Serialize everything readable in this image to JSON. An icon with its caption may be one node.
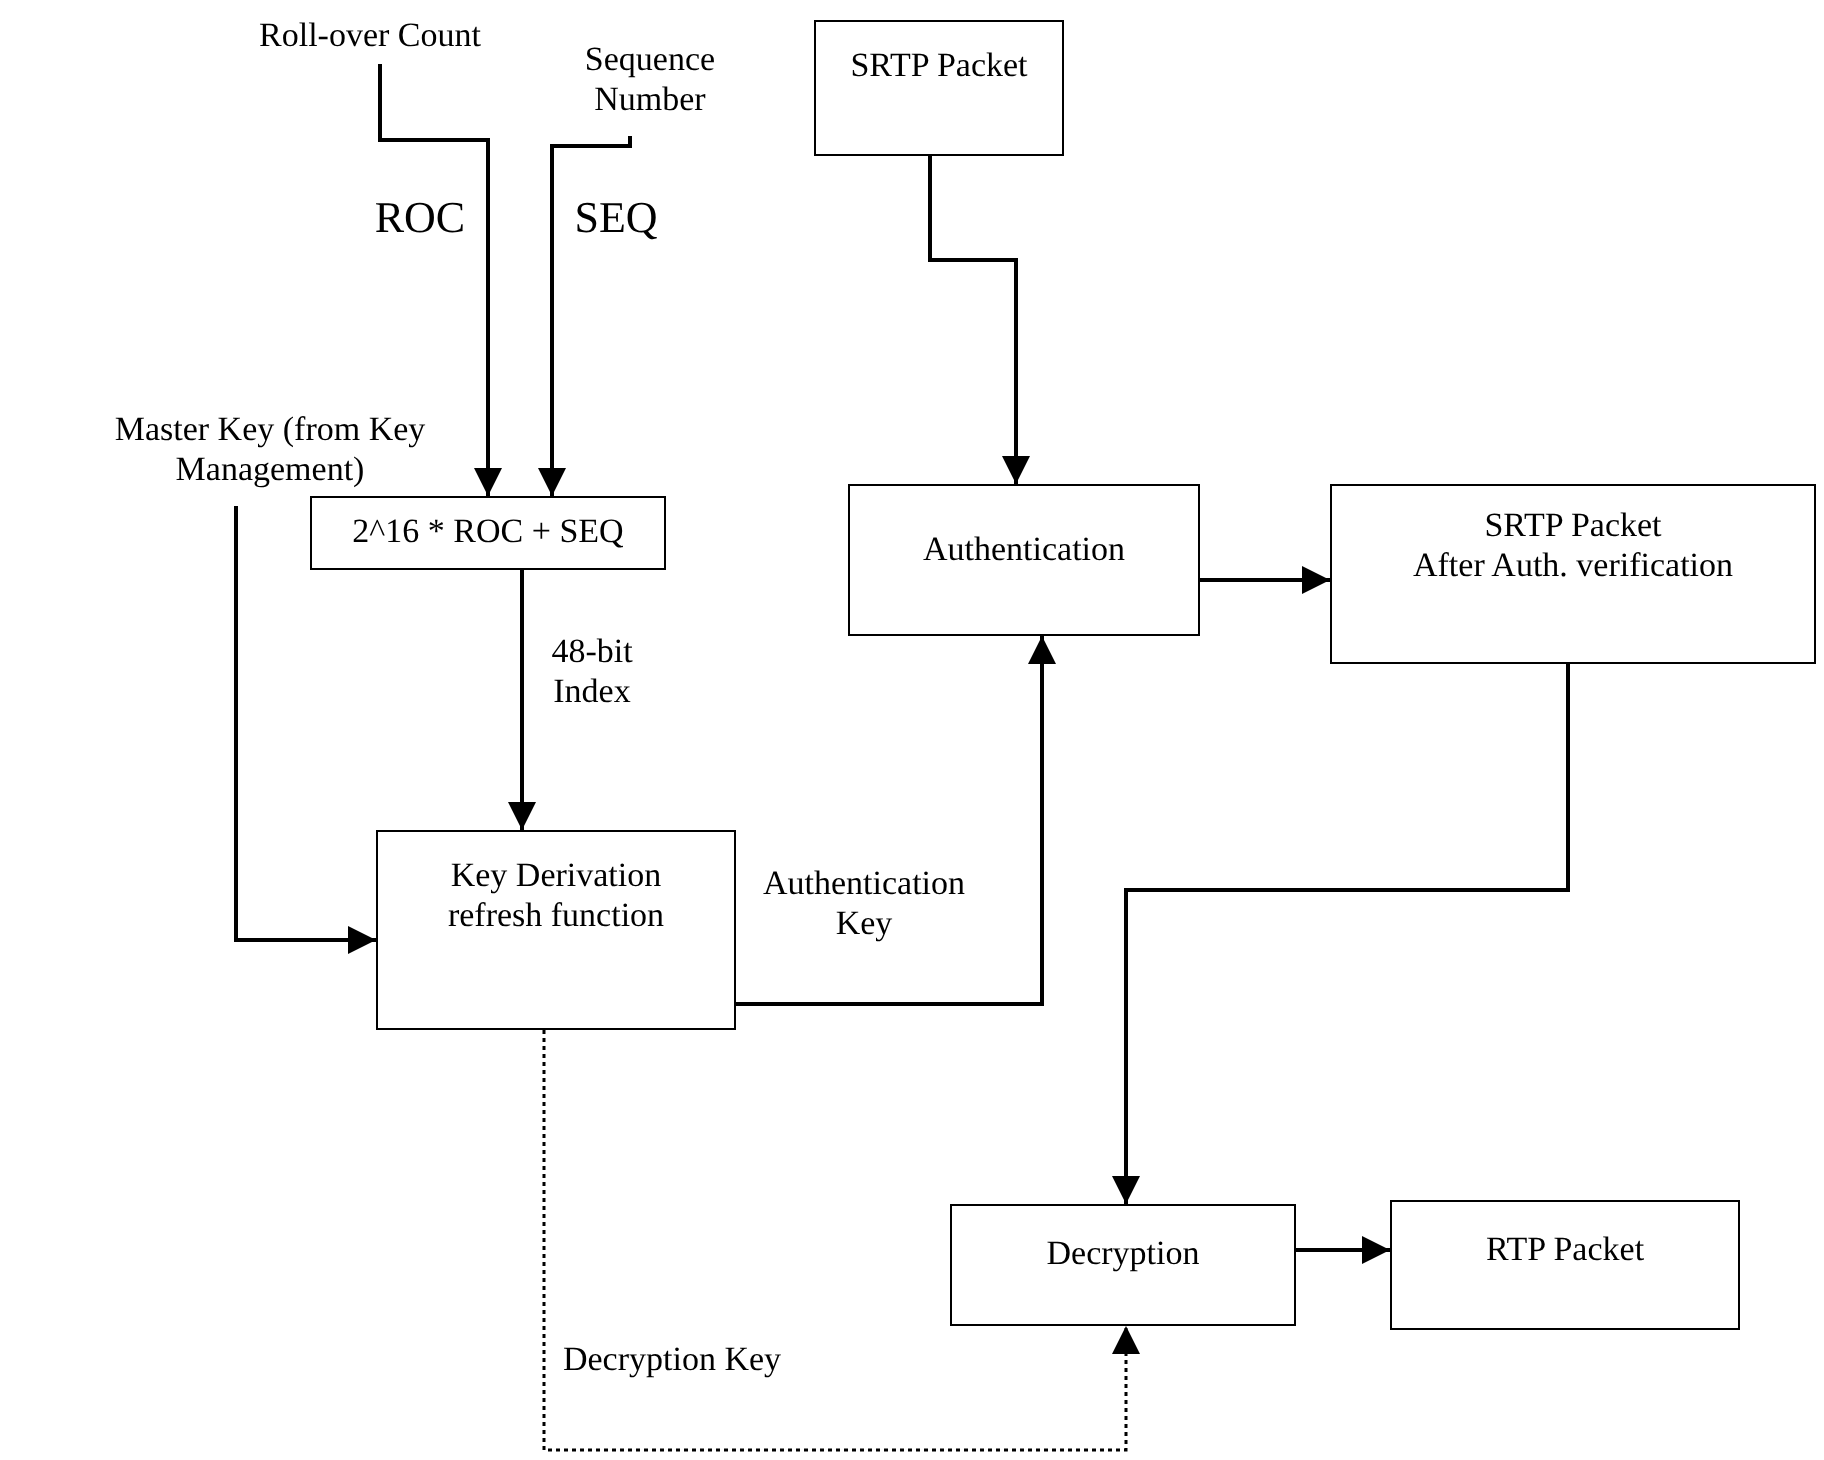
{
  "diagram": {
    "nodes": [
      {
        "text": [
          "Roll-over Count"
        ]
      },
      {
        "text": [
          "Sequence Number"
        ]
      },
      {
        "text": [
          "SRTP Packet"
        ]
      },
      {
        "text": [
          "Master Key (from Key Management)"
        ]
      },
      {
        "text": [
          "2^16 * ROC + SEQ"
        ]
      },
      {
        "text": [
          "Authentication"
        ]
      },
      {
        "text": [
          "SRTP Packet",
          "After Auth. verification"
        ]
      },
      {
        "text": [
          "Key Derivation refresh function"
        ]
      },
      {
        "text": [
          "Decryption"
        ]
      },
      {
        "text": [
          "RTP Packet"
        ]
      }
    ],
    "edges": [
      {
        "from": 0,
        "to": 4,
        "arrow": "to",
        "label": "ROC"
      },
      {
        "from": 1,
        "to": 4,
        "arrow": "to",
        "label": "SEQ"
      },
      {
        "from": 2,
        "to": 5,
        "arrow": "to"
      },
      {
        "from": 3,
        "to": 7,
        "arrow": "to"
      },
      {
        "from": 4,
        "to": 7,
        "arrow": "to",
        "label": "48-bit Index"
      },
      {
        "from": 7,
        "to": 5,
        "arrow": "to",
        "label": "Authentication Key"
      },
      {
        "from": 5,
        "to": 6,
        "arrow": "to"
      },
      {
        "from": 6,
        "to": 8,
        "arrow": "to"
      },
      {
        "from": 7,
        "to": 8,
        "arrow": "to",
        "label": "Decryption Key",
        "style": "dashed"
      },
      {
        "from": 8,
        "to": 9,
        "arrow": "to"
      }
    ]
  }
}
